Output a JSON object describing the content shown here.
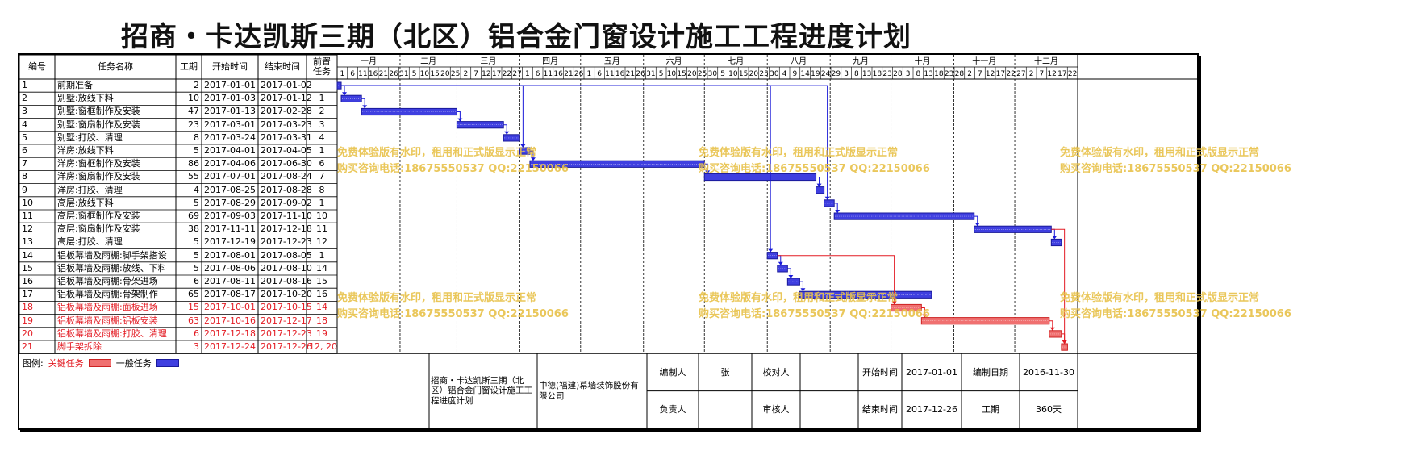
{
  "title": "招商・卡达凯斯三期（北区）铝合金门窗设计施工工程进度计划",
  "headers": {
    "id": "编号",
    "name": "任务名称",
    "days": "工期",
    "start": "开始时间",
    "end": "结束时间",
    "pred": "前置任务"
  },
  "months": [
    "一月",
    "二月",
    "三月",
    "四月",
    "五月",
    "六月",
    "七月",
    "八月",
    "九月",
    "十月",
    "十一月",
    "十二月"
  ],
  "ticks": [
    "1",
    "6",
    "11",
    "16",
    "21",
    "26",
    "31",
    "5",
    "10",
    "15",
    "20",
    "25",
    "2",
    "7",
    "12",
    "17",
    "22",
    "27",
    "1",
    "6",
    "11",
    "16",
    "21",
    "26",
    "1",
    "6",
    "11",
    "16",
    "21",
    "26",
    "31",
    "5",
    "10",
    "15",
    "20",
    "25",
    "30",
    "5",
    "10",
    "15",
    "20",
    "25",
    "30",
    "4",
    "9",
    "14",
    "19",
    "24",
    "29",
    "3",
    "8",
    "13",
    "18",
    "23",
    "28",
    "3",
    "8",
    "13",
    "18",
    "23",
    "28",
    "2",
    "7",
    "12",
    "17",
    "22",
    "27",
    "2",
    "7",
    "12",
    "17",
    "22"
  ],
  "tasks": [
    {
      "id": "1",
      "name": "前期准备",
      "days": "2",
      "start": "2017-01-01",
      "end": "2017-01-02",
      "pred": "",
      "critical": false
    },
    {
      "id": "2",
      "name": "别墅:放线下料",
      "days": "10",
      "start": "2017-01-03",
      "end": "2017-01-12",
      "pred": "1",
      "critical": false
    },
    {
      "id": "3",
      "name": "别墅:窗框制作及安装",
      "days": "47",
      "start": "2017-01-13",
      "end": "2017-02-28",
      "pred": "2",
      "critical": false
    },
    {
      "id": "4",
      "name": "别墅:窗扇制作及安装",
      "days": "23",
      "start": "2017-03-01",
      "end": "2017-03-23",
      "pred": "3",
      "critical": false
    },
    {
      "id": "5",
      "name": "别墅:打胶、清理",
      "days": "8",
      "start": "2017-03-24",
      "end": "2017-03-31",
      "pred": "4",
      "critical": false
    },
    {
      "id": "6",
      "name": "洋房:放线下料",
      "days": "5",
      "start": "2017-04-01",
      "end": "2017-04-05",
      "pred": "1",
      "critical": false
    },
    {
      "id": "7",
      "name": "洋房:窗框制作及安装",
      "days": "86",
      "start": "2017-04-06",
      "end": "2017-06-30",
      "pred": "6",
      "critical": false
    },
    {
      "id": "8",
      "name": "洋房:窗扇制作及安装",
      "days": "55",
      "start": "2017-07-01",
      "end": "2017-08-24",
      "pred": "7",
      "critical": false
    },
    {
      "id": "9",
      "name": "洋房:打胶、清理",
      "days": "4",
      "start": "2017-08-25",
      "end": "2017-08-28",
      "pred": "8",
      "critical": false
    },
    {
      "id": "10",
      "name": "高层:放线下料",
      "days": "5",
      "start": "2017-08-29",
      "end": "2017-09-02",
      "pred": "1",
      "critical": false
    },
    {
      "id": "11",
      "name": "高层:窗框制作及安装",
      "days": "69",
      "start": "2017-09-03",
      "end": "2017-11-10",
      "pred": "10",
      "critical": false
    },
    {
      "id": "12",
      "name": "高层:窗扇制作及安装",
      "days": "38",
      "start": "2017-11-11",
      "end": "2017-12-18",
      "pred": "11",
      "critical": false
    },
    {
      "id": "13",
      "name": "高层:打胶、清理",
      "days": "5",
      "start": "2017-12-19",
      "end": "2017-12-23",
      "pred": "12",
      "critical": false
    },
    {
      "id": "14",
      "name": "铝板幕墙及雨棚:脚手架搭设",
      "days": "5",
      "start": "2017-08-01",
      "end": "2017-08-05",
      "pred": "1",
      "critical": false
    },
    {
      "id": "15",
      "name": "铝板幕墙及雨棚:放线、下料",
      "days": "5",
      "start": "2017-08-06",
      "end": "2017-08-10",
      "pred": "14",
      "critical": false
    },
    {
      "id": "16",
      "name": "铝板幕墙及雨棚:骨架进场",
      "days": "6",
      "start": "2017-08-11",
      "end": "2017-08-16",
      "pred": "15",
      "critical": false
    },
    {
      "id": "17",
      "name": "铝板幕墙及雨棚:骨架制作",
      "days": "65",
      "start": "2017-08-17",
      "end": "2017-10-20",
      "pred": "16",
      "critical": false
    },
    {
      "id": "18",
      "name": "铝板幕墙及雨棚:面板进场",
      "days": "15",
      "start": "2017-10-01",
      "end": "2017-10-15",
      "pred": "14",
      "critical": true
    },
    {
      "id": "19",
      "name": "铝板幕墙及雨棚:铝板安装",
      "days": "63",
      "start": "2017-10-16",
      "end": "2017-12-17",
      "pred": "18",
      "critical": true
    },
    {
      "id": "20",
      "name": "铝板幕墙及雨棚:打胶、清理",
      "days": "6",
      "start": "2017-12-18",
      "end": "2017-12-23",
      "pred": "19",
      "critical": true
    },
    {
      "id": "21",
      "name": "脚手架拆除",
      "days": "3",
      "start": "2017-12-24",
      "end": "2017-12-26",
      "pred": "12, 20",
      "critical": true
    }
  ],
  "legend": {
    "label": "图例:",
    "critical": "关键任务",
    "normal": "一般任务"
  },
  "footer": {
    "project": "招商・卡达凯斯三期（北区）铝合金门窗设计施工工程进度计划",
    "company": "中德(福建)幕墙装饰股份有限公司",
    "compiler_label": "编制人",
    "compiler": "张",
    "checker_label": "校对人",
    "checker": "",
    "owner_label": "负责人",
    "owner": "",
    "reviewer_label": "审核人",
    "reviewer": "",
    "start_label": "开始时间",
    "start": "2017-01-01",
    "end_label": "结束时间",
    "end": "2017-12-26",
    "date_label": "编制日期",
    "date": "2016-11-30",
    "duration_label": "工期",
    "duration": "360天"
  },
  "watermark": {
    "line1": "免费体验版有水印，租用和正式版显示正常",
    "line2": "购买咨询电话:18675550537 QQ:22150066"
  },
  "colors": {
    "normal": "#3f3fe0",
    "critical": "#f07070",
    "critical_text": "#e31b23",
    "link": "#1a1ad8",
    "critical_link": "#e31b23"
  },
  "chart_data": {
    "type": "gantt",
    "x_range": [
      "2017-01-01",
      "2017-12-31"
    ],
    "tasks": [
      {
        "id": 1,
        "start": "2017-01-01",
        "end": "2017-01-02",
        "pred": [],
        "critical": false
      },
      {
        "id": 2,
        "start": "2017-01-03",
        "end": "2017-01-12",
        "pred": [
          1
        ],
        "critical": false
      },
      {
        "id": 3,
        "start": "2017-01-13",
        "end": "2017-02-28",
        "pred": [
          2
        ],
        "critical": false
      },
      {
        "id": 4,
        "start": "2017-03-01",
        "end": "2017-03-23",
        "pred": [
          3
        ],
        "critical": false
      },
      {
        "id": 5,
        "start": "2017-03-24",
        "end": "2017-03-31",
        "pred": [
          4
        ],
        "critical": false
      },
      {
        "id": 6,
        "start": "2017-04-01",
        "end": "2017-04-05",
        "pred": [
          1
        ],
        "critical": false
      },
      {
        "id": 7,
        "start": "2017-04-06",
        "end": "2017-06-30",
        "pred": [
          6
        ],
        "critical": false
      },
      {
        "id": 8,
        "start": "2017-07-01",
        "end": "2017-08-24",
        "pred": [
          7
        ],
        "critical": false
      },
      {
        "id": 9,
        "start": "2017-08-25",
        "end": "2017-08-28",
        "pred": [
          8
        ],
        "critical": false
      },
      {
        "id": 10,
        "start": "2017-08-29",
        "end": "2017-09-02",
        "pred": [
          1
        ],
        "critical": false
      },
      {
        "id": 11,
        "start": "2017-09-03",
        "end": "2017-11-10",
        "pred": [
          10
        ],
        "critical": false
      },
      {
        "id": 12,
        "start": "2017-11-11",
        "end": "2017-12-18",
        "pred": [
          11
        ],
        "critical": false
      },
      {
        "id": 13,
        "start": "2017-12-19",
        "end": "2017-12-23",
        "pred": [
          12
        ],
        "critical": false
      },
      {
        "id": 14,
        "start": "2017-08-01",
        "end": "2017-08-05",
        "pred": [
          1
        ],
        "critical": false
      },
      {
        "id": 15,
        "start": "2017-08-06",
        "end": "2017-08-10",
        "pred": [
          14
        ],
        "critical": false
      },
      {
        "id": 16,
        "start": "2017-08-11",
        "end": "2017-08-16",
        "pred": [
          15
        ],
        "critical": false
      },
      {
        "id": 17,
        "start": "2017-08-17",
        "end": "2017-10-20",
        "pred": [
          16
        ],
        "critical": false
      },
      {
        "id": 18,
        "start": "2017-10-01",
        "end": "2017-10-15",
        "pred": [
          14
        ],
        "critical": true
      },
      {
        "id": 19,
        "start": "2017-10-16",
        "end": "2017-12-17",
        "pred": [
          18
        ],
        "critical": true
      },
      {
        "id": 20,
        "start": "2017-12-18",
        "end": "2017-12-23",
        "pred": [
          19
        ],
        "critical": true
      },
      {
        "id": 21,
        "start": "2017-12-24",
        "end": "2017-12-26",
        "pred": [
          12,
          20
        ],
        "critical": true
      }
    ]
  }
}
